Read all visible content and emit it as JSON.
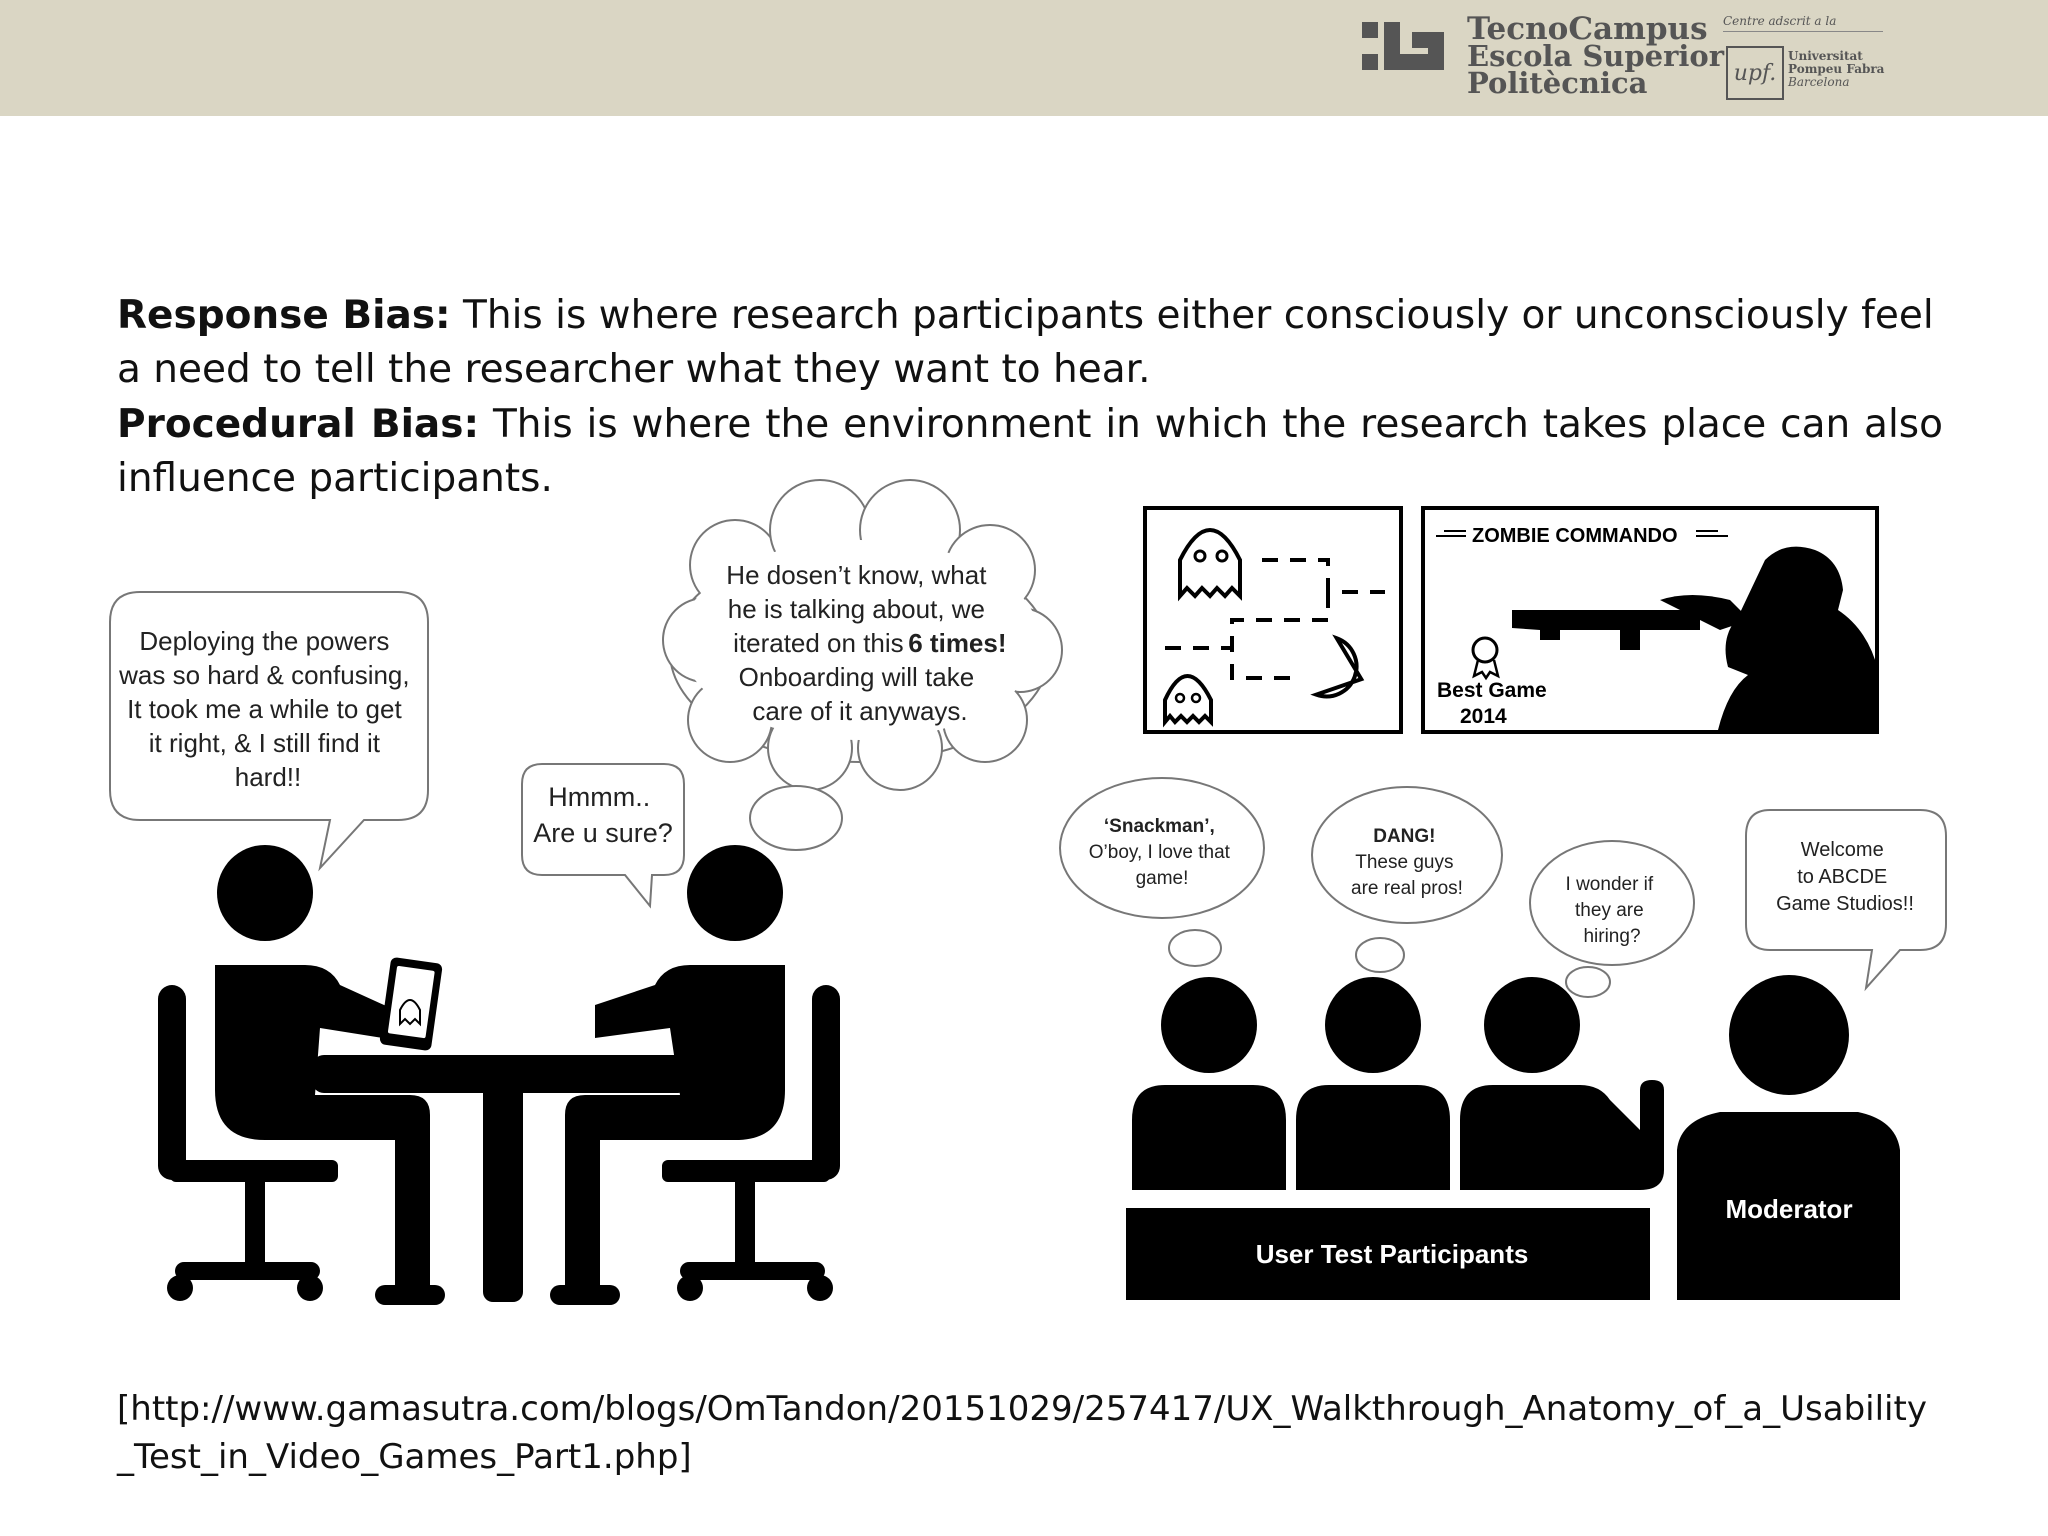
{
  "header": {
    "tecnocampus_line1": "TecnoCampus",
    "tecnocampus_line2": "Escola Superior",
    "tecnocampus_line3": "Politècnica",
    "upf_centre": "Centre adscrit a la",
    "upf_abbr": "upf.",
    "upf_line1": "Universitat",
    "upf_line2": "Pompeu Fabra",
    "upf_line3": "Barcelona"
  },
  "text": {
    "response_term": "Response Bias:",
    "response_body": " This is where research participants either consciously or unconsciously feel a need to tell the researcher what they want to hear.",
    "procedural_term": "Procedural Bias:",
    "procedural_body": " This is where the environment in which the research takes place can also influence participants."
  },
  "left_scene": {
    "bubble_user": "Deploying the powers was so hard & confusing, It took me a while to get it right, & I still find it hard!!",
    "bubble_user_lines": [
      "Deploying the powers",
      "was so hard  & confusing,",
      "It took me a while to get",
      "it right, & I still find it",
      "hard!!"
    ],
    "bubble_researcher_lines": [
      "Hmmm..",
      "Are u sure?"
    ],
    "thought_lines": [
      "He dosen’t know, what",
      "he is talking about, we",
      "iterated on this ",
      "6 times!",
      "Onboarding will take",
      "care of it anyways."
    ]
  },
  "right_scene": {
    "poster_title": "ZOMBIE COMMANDO",
    "award_line1": "Best Game",
    "award_line2": "2014",
    "thought1_lines": [
      "‘Snackman’,",
      "O’boy, I love that",
      "game!"
    ],
    "thought2_lines": [
      "DANG!",
      "These guys",
      "are real pros!"
    ],
    "thought3_lines": [
      "I wonder if",
      "they are",
      "hiring?"
    ],
    "moderator_bubble_lines": [
      "Welcome",
      "to ABCDE",
      "Game Studios!!"
    ],
    "participants_label": "User Test Participants",
    "moderator_label": "Moderator"
  },
  "reference": {
    "line1": "[http://www.gamasutra.com/blogs/OmTandon/20151029/257417/UX_Walkthrough_Anatomy_of_a_Usability",
    "line2": "_Test_in_Video_Games_Part1.php]"
  }
}
